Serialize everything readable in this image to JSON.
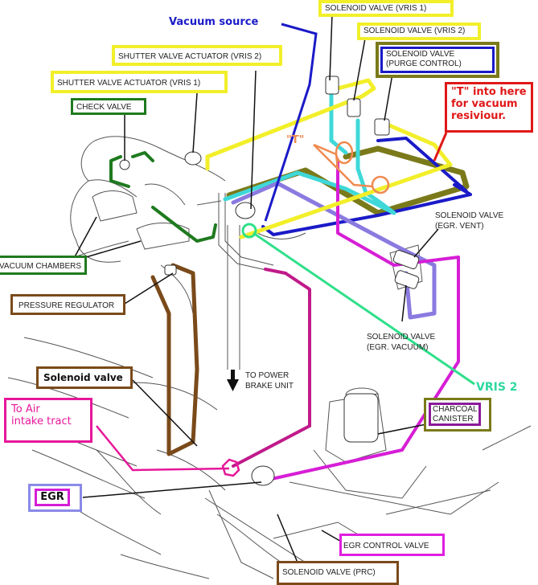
{
  "title_labels": {
    "vacuum_source": "Vacuum source",
    "vris2_line": "VRIS 2",
    "t_marker": "\"T\""
  },
  "labels": {
    "solenoid_vris1": "SOLENOID VALVE (VRIS 1)",
    "solenoid_vris2": "SOLENOID VALVE (VRIS 2)",
    "solenoid_purge_line1": "SOLENOID VALVE",
    "solenoid_purge_line2": "(PURGE CONTROL)",
    "shutter_vris2": "SHUTTER VALVE ACTUATOR (VRIS 2)",
    "shutter_vris1": "SHUTTER VALVE ACTUATOR (VRIS 1)",
    "check_valve": "CHECK VALVE",
    "vacuum_chambers": "VACUUM CHAMBERS",
    "pressure_regulator": "PRESSURE REGULATOR",
    "solenoid_egr_vent_line1": "SOLENOID VALVE",
    "solenoid_egr_vent_line2": "(EGR. VENT)",
    "solenoid_egr_vacuum_line1": "SOLENOID VALVE",
    "solenoid_egr_vacuum_line2": "(EGR. VACUUM)",
    "to_power_brake_line1": "TO POWER",
    "to_power_brake_line2": "BRAKE UNIT",
    "solenoid_valve": "Solenoid valve",
    "to_air_intake_line1": "To Air",
    "to_air_intake_line2": "intake tract",
    "charcoal_canister_line1": "CHARCOAL",
    "charcoal_canister_line2": "CANISTER",
    "egr": "EGR",
    "egr_control_valve": "EGR CONTROL VALVE",
    "solenoid_prc": "SOLENOID VALVE (PRC)"
  },
  "annotation": {
    "line1": "\"T\" into here",
    "line2": "for vacuum",
    "line3": "resiviour."
  },
  "hose_colors": {
    "vris1": "#f2ef2a",
    "vris2": "#3fd8d8",
    "purge": "#1a1ac8",
    "purge_outline": "#7a7a1a",
    "egr_vent": "#8a7ae0",
    "egr_vacuum": "#d61ed6",
    "check_valve": "#1e7a1e",
    "pressure_regulator": "#7a4a1a",
    "air_intake": "#e6179a",
    "vris2_pointer": "#2fe08a",
    "t_marker": "#f08a50",
    "annotation": "#e01818",
    "vacuum_source": "#1a1ac8"
  }
}
